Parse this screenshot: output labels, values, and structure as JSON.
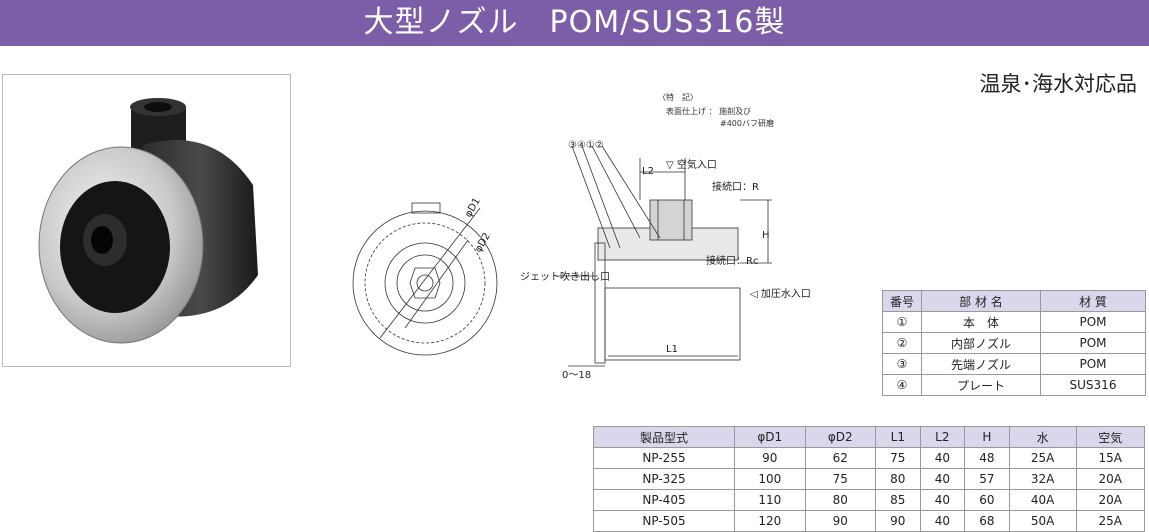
{
  "banner": {
    "title": "大型ノズル　POM/SUS316製"
  },
  "subtitle": "温泉･海水対応品",
  "drawing": {
    "note_title": "〈特　記〉",
    "note_line1": "表面仕上げ ： 施削及び",
    "note_line2": "#400バフ研磨",
    "part_numbers": "③④①②",
    "l2": "L2",
    "air_inlet": "▽ 空気入口",
    "conn_r": "接続口：R",
    "h": "H",
    "conn_rc": "接続口：Rc",
    "jet_outlet": "ジェット吹き出し口",
    "pressure_inlet": "◁ 加圧水入口",
    "l1": "L1",
    "range": "0～18",
    "d1": "φD1",
    "d2": "φD2"
  },
  "parts_table": {
    "headers": [
      "番号",
      "部 材 名",
      "材 質"
    ],
    "rows": [
      [
        "①",
        "本　体",
        "POM"
      ],
      [
        "②",
        "内部ノズル",
        "POM"
      ],
      [
        "③",
        "先端ノズル",
        "POM"
      ],
      [
        "④",
        "プレート",
        "SUS316"
      ]
    ]
  },
  "models_table": {
    "headers": [
      "製品型式",
      "φD1",
      "φD2",
      "L1",
      "L2",
      "H",
      "水",
      "空気"
    ],
    "rows": [
      [
        "NP-255",
        "90",
        "62",
        "75",
        "40",
        "48",
        "25A",
        "15A"
      ],
      [
        "NP-325",
        "100",
        "75",
        "80",
        "40",
        "57",
        "32A",
        "20A"
      ],
      [
        "NP-405",
        "110",
        "80",
        "85",
        "40",
        "60",
        "40A",
        "20A"
      ],
      [
        "NP-505",
        "120",
        "90",
        "90",
        "40",
        "68",
        "50A",
        "25A"
      ]
    ]
  }
}
